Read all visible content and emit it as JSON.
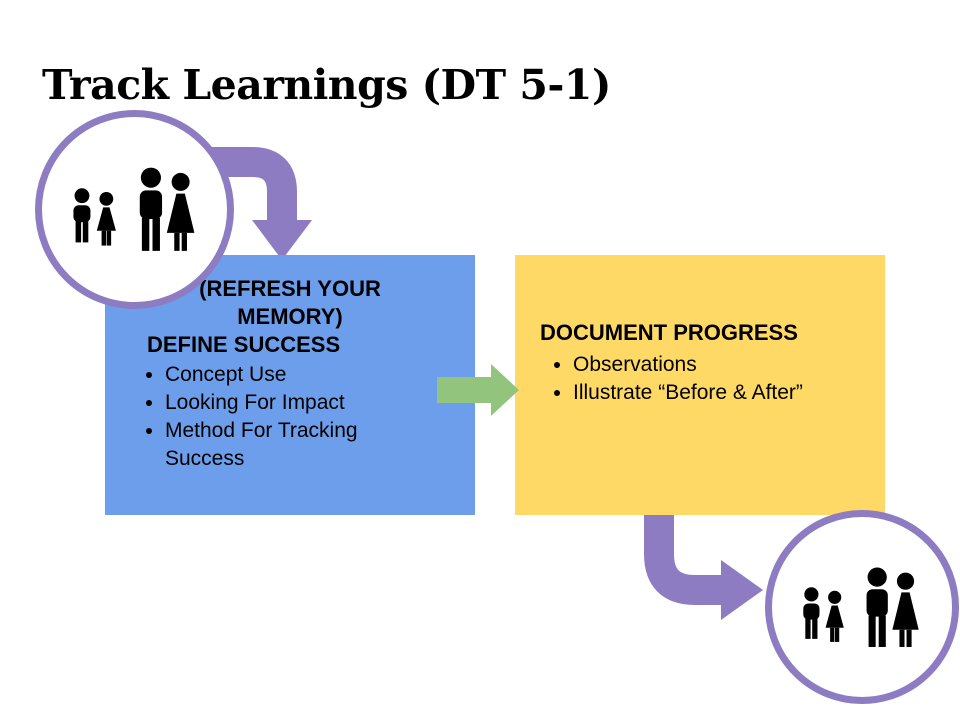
{
  "title": "Track Learnings (DT 5-1)",
  "define_box": {
    "heading": "(REFRESH YOUR MEMORY)",
    "subheading": "DEFINE SUCCESS",
    "bullets": [
      "Concept Use",
      "Looking For Impact",
      "Method For Tracking Success"
    ]
  },
  "progress_box": {
    "heading": "DOCUMENT PROGRESS",
    "bullets": [
      "Observations",
      "Illustrate “Before & After”"
    ]
  },
  "icons": {
    "family_top": "family-silhouette-icon",
    "family_bottom": "family-silhouette-icon",
    "elbow_arrow_top": "elbow-arrow-down-icon",
    "elbow_arrow_bottom": "elbow-arrow-right-icon",
    "flow_arrow": "right-block-arrow-icon"
  },
  "colors": {
    "blue_box": "#6d9eeb",
    "yellow_box": "#ffd966",
    "purple_accent": "#8e7cc3",
    "green_arrow": "#93c47d",
    "text": "#000000",
    "background": "#ffffff"
  }
}
